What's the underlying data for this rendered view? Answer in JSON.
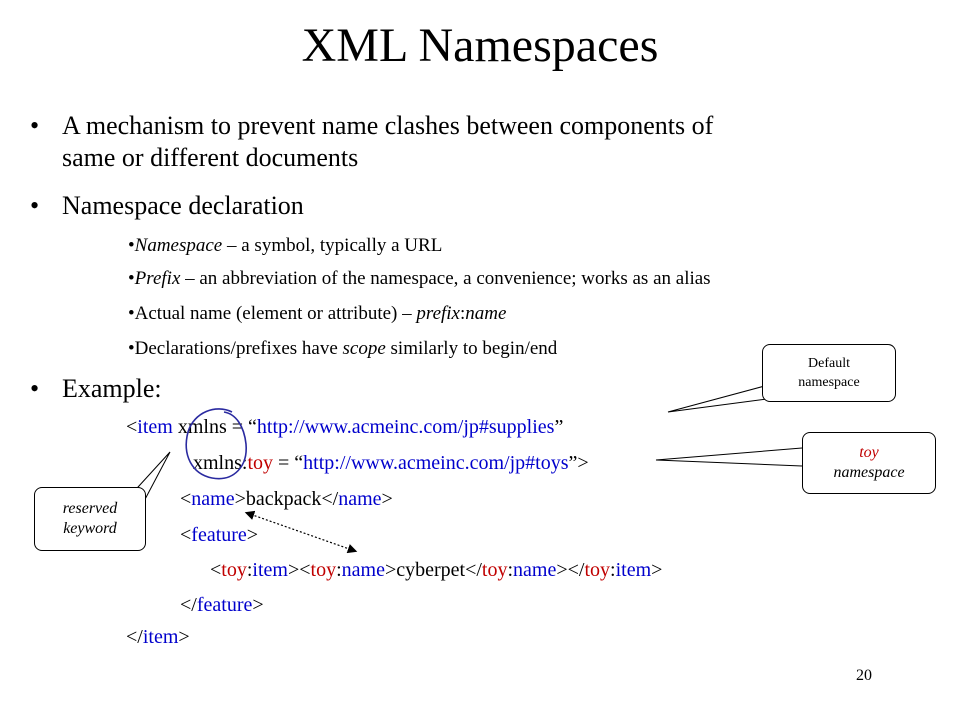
{
  "slide": {
    "title": "XML Namespaces",
    "page_number": "20",
    "bullets": {
      "b1_line1": "A mechanism to prevent name clashes between components of",
      "b1_line2": "same or different documents",
      "b2": "Namespace declaration",
      "sub1_term": "Namespace",
      "sub1_rest": " – a symbol, typically a URL",
      "sub2_term": "Prefix",
      "sub2_rest": " – an abbreviation of the namespace, a convenience; works as an alias",
      "sub3_text": "Actual name (element or attribute) – ",
      "sub3_prefix": "prefix",
      "sub3_colon": ":",
      "sub3_name": "name",
      "sub4_pre": "Declarations/prefixes have ",
      "sub4_term": "scope",
      "sub4_post": " similarly to begin/end",
      "b3": "Example:"
    },
    "code": {
      "l1_open": "<",
      "l1_tag": "item",
      "l1_attr": "  xmlns = “",
      "l1_url": "http://www.acmeinc.com/jp#supplies",
      "l1_close": "”",
      "l2_attr": "xmlns:",
      "l2_prefix": "toy",
      "l2_eq": " = “",
      "l2_url": "http://www.acmeinc.com/jp#toys",
      "l2_close": "”>",
      "l3_open": "<",
      "l3_tag": "name",
      "l3_mid": ">backpack</",
      "l3_tag2": "name",
      "l3_end": ">",
      "l4_open": "<",
      "l4_tag": "feature",
      "l4_end": ">",
      "l5_a": "<",
      "l5_p1": "toy",
      "l5_b": ":",
      "l5_t1": "item",
      "l5_c": "><",
      "l5_p2": "toy",
      "l5_d": ":",
      "l5_t2": "name",
      "l5_e": ">cyberpet</",
      "l5_p3": "toy",
      "l5_f": ":",
      "l5_t3": "name",
      "l5_g": "></",
      "l5_p4": "toy",
      "l5_h": ":",
      "l5_t4": "item",
      "l5_i": ">",
      "l6_open": "</",
      "l6_tag": "feature",
      "l6_end": ">",
      "l7_open": "</",
      "l7_tag": "item",
      "l7_end": ">"
    },
    "callouts": {
      "default_line1": "Default",
      "default_line2": "namespace",
      "toy_line1": "toy",
      "toy_line2": "namespace",
      "reserved_line1": "reserved",
      "reserved_line2": "keyword"
    },
    "colors": {
      "keyword": "#c00000",
      "tag": "#0000cc",
      "circle": "#2a2aa0"
    }
  }
}
